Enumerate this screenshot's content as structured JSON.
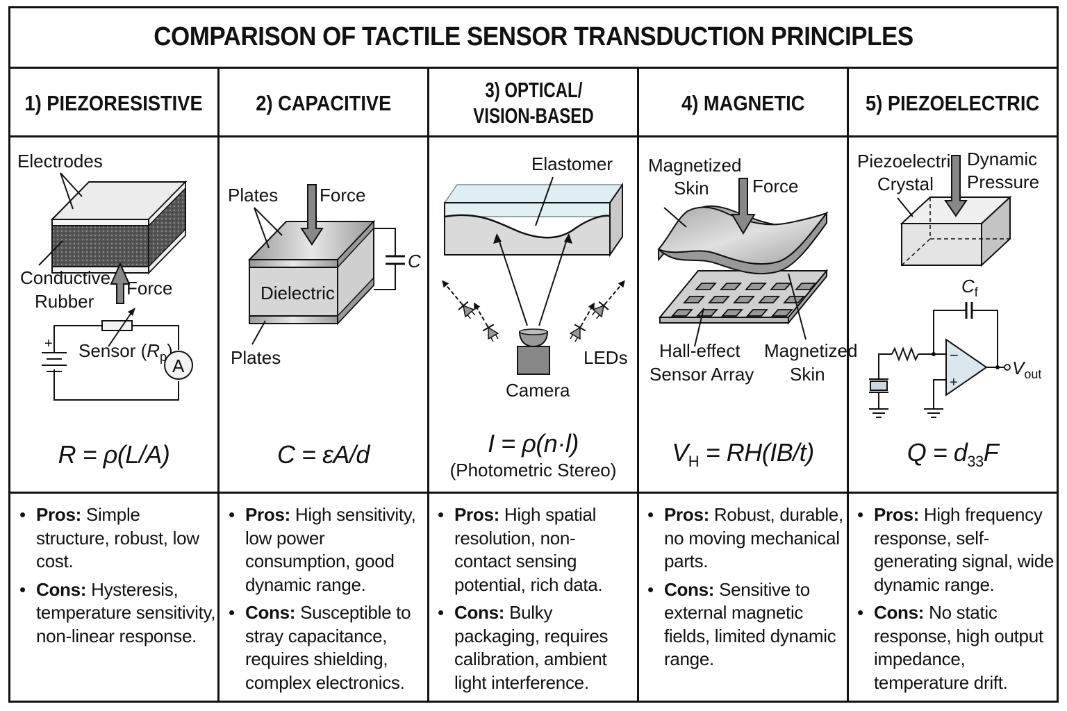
{
  "title": "COMPARISON OF TACTILE SENSOR TRANSDUCTION PRINCIPLES",
  "columns": [
    {
      "header": "1) PIEZORESISTIVE",
      "diagram": {
        "labels": {
          "electrodes": "Electrodes",
          "conductive": "Conductive",
          "rubber": "Rubber",
          "force": "Force",
          "sensor": "Sensor (",
          "sensor_r": "R",
          "sensor_sub": "p",
          "sensor_close": ")",
          "ammeter": "A",
          "plus": "+"
        }
      },
      "formula": "R = ρ(L/A)",
      "formula_note": "",
      "pros_label": "Pros:",
      "pros": "Simple structure, robust, low cost.",
      "cons_label": "Cons:",
      "cons": "Hysteresis, temperature sensitivity, non-linear response."
    },
    {
      "header": "2) CAPACITIVE",
      "diagram": {
        "labels": {
          "plates_top": "Plates",
          "force": "Force",
          "dielectric": "Dielectric",
          "plates_bottom": "Plates",
          "capacitor": "C"
        }
      },
      "formula": "C = εA/d",
      "formula_note": "",
      "pros_label": "Pros:",
      "pros": "High sensitivity, low power consumption, good dynamic range.",
      "cons_label": "Cons:",
      "cons": "Susceptible to stray capacitance, requires shielding, complex electronics."
    },
    {
      "header_line1": "3) OPTICAL/",
      "header_line2": "VISION-BASED",
      "diagram": {
        "labels": {
          "elastomer": "Elastomer",
          "leds": "LEDs",
          "camera": "Camera"
        }
      },
      "formula": "I = ρ(n·l)",
      "formula_note": "(Photometric Stereo)",
      "pros_label": "Pros:",
      "pros": "High spatial resolution, non-contact sensing potential, rich data.",
      "cons_label": "Cons:",
      "cons": "Bulky packaging, requires calibration, ambient light interference."
    },
    {
      "header": "4) MAGNETIC",
      "diagram": {
        "labels": {
          "magnetized_top_1": "Magnetized",
          "magnetized_top_2": "Skin",
          "force": "Force",
          "hall_1": "Hall-effect",
          "hall_2": "Sensor Array",
          "magnetized_bottom_1": "Magnetized",
          "magnetized_bottom_2": "Skin"
        }
      },
      "formula_main": "V",
      "formula_sub": "H",
      "formula_rest": " = RH(IB/t)",
      "formula_note": "",
      "pros_label": "Pros:",
      "pros": "Robust, durable, no moving mechanical parts.",
      "cons_label": "Cons:",
      "cons": "Sensitive to external magnetic fields, limited dynamic range."
    },
    {
      "header": "5) PIEZOELECTRIC",
      "diagram": {
        "labels": {
          "crystal_1": "Piezoelectric",
          "crystal_2": "Crystal",
          "pressure_1": "Dynamic",
          "pressure_2": "Pressure",
          "cf": "C",
          "cf_sub": "f",
          "vout": "V",
          "vout_sub": "out",
          "minus": "−",
          "plus": "+"
        }
      },
      "formula_main": "Q = d",
      "formula_sub": "33",
      "formula_rest": "F",
      "formula_note": "",
      "pros_label": "Pros:",
      "pros": "High frequency response, self-generating signal, wide dynamic range.",
      "cons_label": "Cons:",
      "cons": "No static response, high output impedance, temperature drift."
    }
  ]
}
